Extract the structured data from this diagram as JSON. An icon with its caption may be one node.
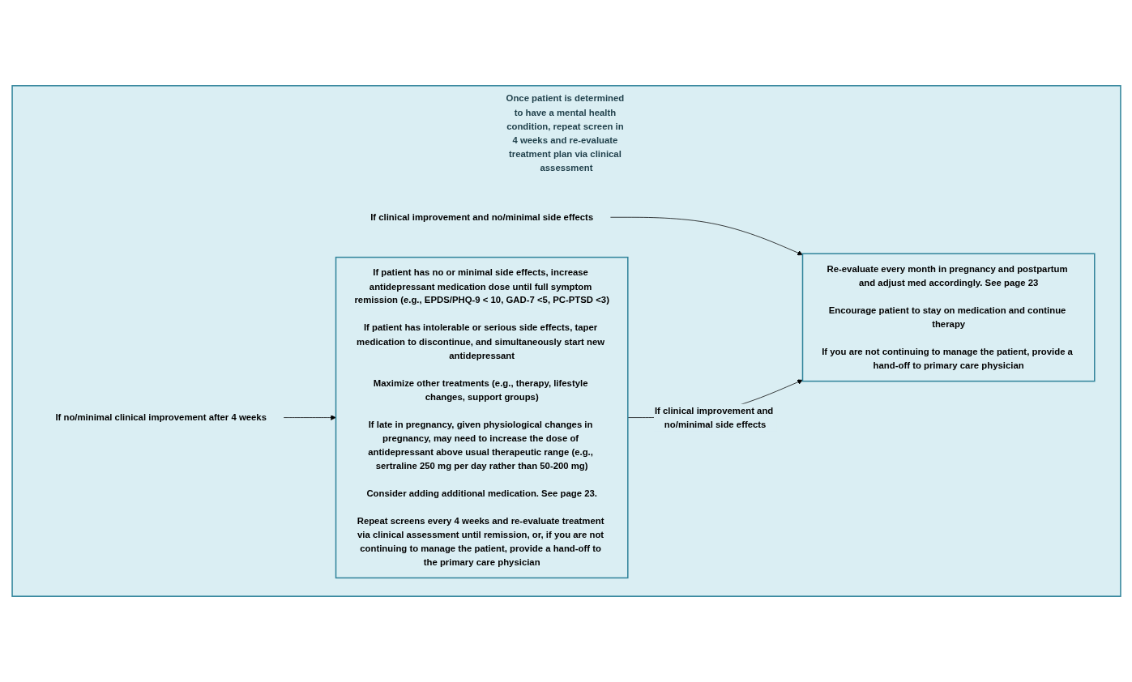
{
  "diagram": {
    "nodes": [
      {
        "text": [
          "Once patient is determined to have a mental health condition, repeat screen in 4 weeks and re-evaluate treatment plan via clinical assessment"
        ]
      },
      {
        "text": [
          "If no/minimal clinical improvement after 4 weeks"
        ],
        "in": 0
      },
      {
        "text": [
          "If patient has no or minimal side effects, increase antidepressant medication dose until full symptom remission (e.g., EPDS/PHQ-9 < 10, GAD-7 <5, PC-PTSD <3)",
          "If patient has intolerable or serious side effects, taper medication to discontinue, and simultaneously start new antidepressant",
          "Maximize other treatments (e.g., therapy, lifestyle changes, support groups)",
          "If late in pregnancy, given physiological changes in pregnancy, may need to increase the dose of antidepressant above usual therapeutic range (e.g., sertraline 250 mg per day rather than 50-200 mg)",
          "Consider adding additional medication. See page 23.",
          "Repeat screens every 4 weeks and re-evaluate treatment via clinical assessment until remission, or, if you are not continuing to manage the patient, provide a hand-off to the primary care physician"
        ],
        "in": 0
      },
      {
        "text": [
          "If clinical improvement and no/minimal side effects"
        ],
        "in": 0
      },
      {
        "text": [
          "Re-evaluate every month in pregnancy and postpartum and adjust med accordingly. See page 23",
          "Encourage patient to stay on medication and continue therapy",
          "If you are not continuing to manage the patient, provide a hand-off to primary care physician"
        ],
        "in": 0
      }
    ],
    "edges": [
      {
        "from": 1,
        "to": 2,
        "arrow": "to"
      },
      {
        "from": 3,
        "to": 4,
        "arrow": "to"
      },
      {
        "from": 2,
        "to": 4,
        "arrow": "to",
        "label": "If clinical improvement and no/minimal side effects"
      }
    ]
  }
}
